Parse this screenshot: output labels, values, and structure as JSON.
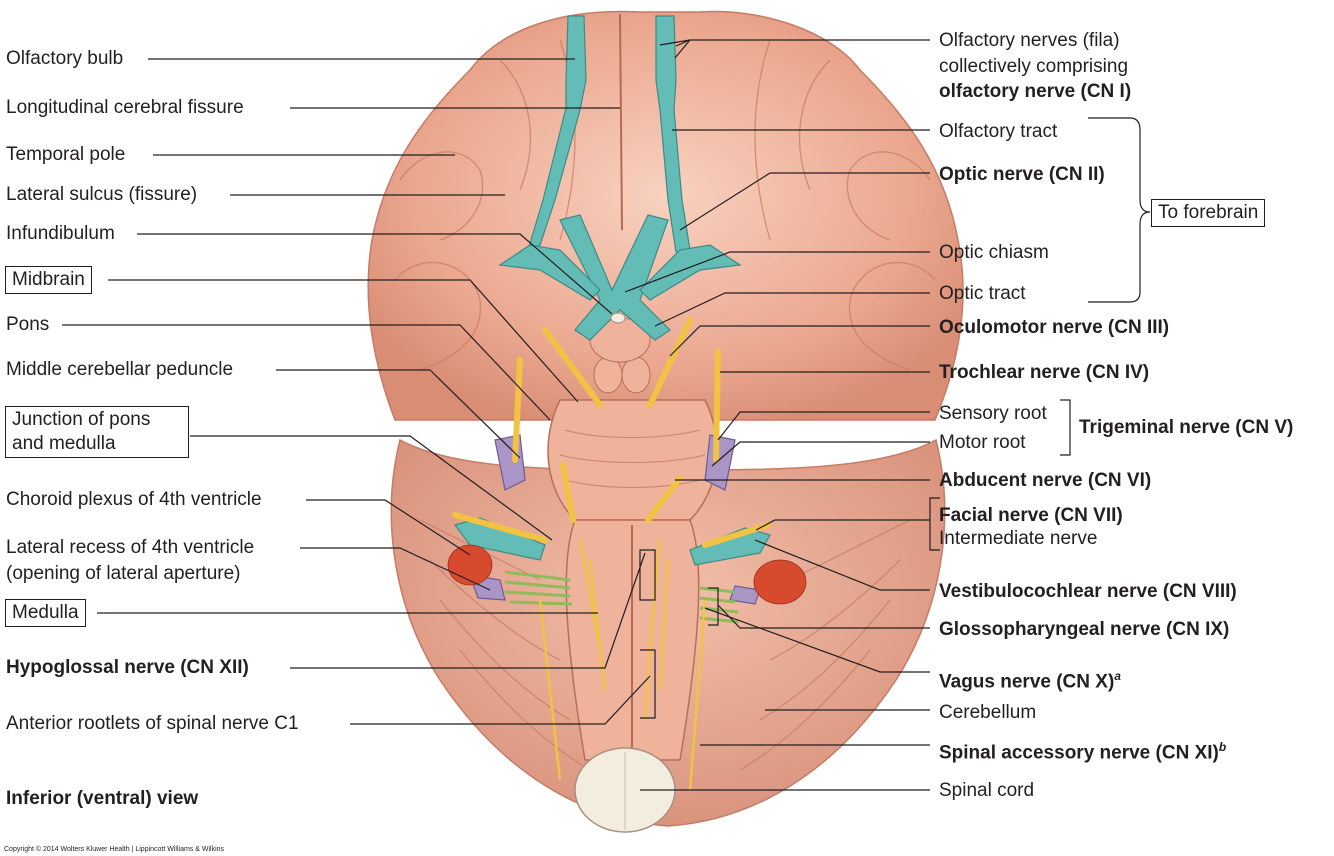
{
  "left_labels": {
    "olfactory_bulb": "Olfactory bulb",
    "longitudinal_fissure": "Longitudinal cerebral fissure",
    "temporal_pole": "Temporal pole",
    "lateral_sulcus": "Lateral sulcus (fissure)",
    "infundibulum": "Infundibulum",
    "midbrain": "Midbrain",
    "pons": "Pons",
    "middle_cerebellar_peduncle": "Middle cerebellar peduncle",
    "junction_line1": "Junction of pons",
    "junction_line2": "and medulla",
    "choroid_plexus": "Choroid plexus of 4th ventricle",
    "lateral_recess_line1": "Lateral recess of 4th ventricle",
    "lateral_recess_line2": "(opening of lateral aperture)",
    "medulla": "Medulla",
    "hypoglossal": "Hypoglossal nerve (CN XII)",
    "anterior_rootlets": "Anterior rootlets of spinal nerve C1",
    "view": "Inferior (ventral) view"
  },
  "right_labels": {
    "olfactory_nerves_line1": "Olfactory nerves (fila)",
    "olfactory_nerves_line2": "collectively comprising",
    "olfactory_nerve_cn1": "olfactory nerve (CN I)",
    "olfactory_tract": "Olfactory tract",
    "optic_nerve": "Optic nerve (CN II)",
    "to_forebrain": "To forebrain",
    "optic_chiasm": "Optic chiasm",
    "optic_tract": "Optic tract",
    "oculomotor": "Oculomotor nerve (CN III)",
    "trochlear": "Trochlear nerve (CN IV)",
    "sensory_root": "Sensory root",
    "motor_root": "Motor root",
    "trigeminal": "Trigeminal nerve (CN V)",
    "abducent": "Abducent nerve (CN VI)",
    "facial": "Facial nerve (CN VII)",
    "intermediate": "Intermediate nerve",
    "vestibulocochlear": "Vestibulocochlear nerve (CN VIII)",
    "glossopharyngeal": "Glossopharyngeal nerve (CN IX)",
    "vagus": "Vagus nerve (CN X)",
    "vagus_sup": "a",
    "cerebellum": "Cerebellum",
    "spinal_accessory": "Spinal accessory nerve (CN XI)",
    "spinal_accessory_sup": "b",
    "spinal_cord": "Spinal cord"
  },
  "copyright": "Copyright © 2014 Wolters Kluwer Health | Lippincott Williams & Wilkins",
  "colors": {
    "brain": "#eba78f",
    "brain_light": "#f6cbb7",
    "brain_dark": "#c97a62",
    "olfactory_teal": "#63bdb6",
    "nerve_yellow": "#f2c342",
    "trigeminal_purple": "#a995c6",
    "glossopharyngeal_green": "#8fbb5a",
    "choroid_red": "#d84a2e",
    "leader_line": "#231f20"
  }
}
